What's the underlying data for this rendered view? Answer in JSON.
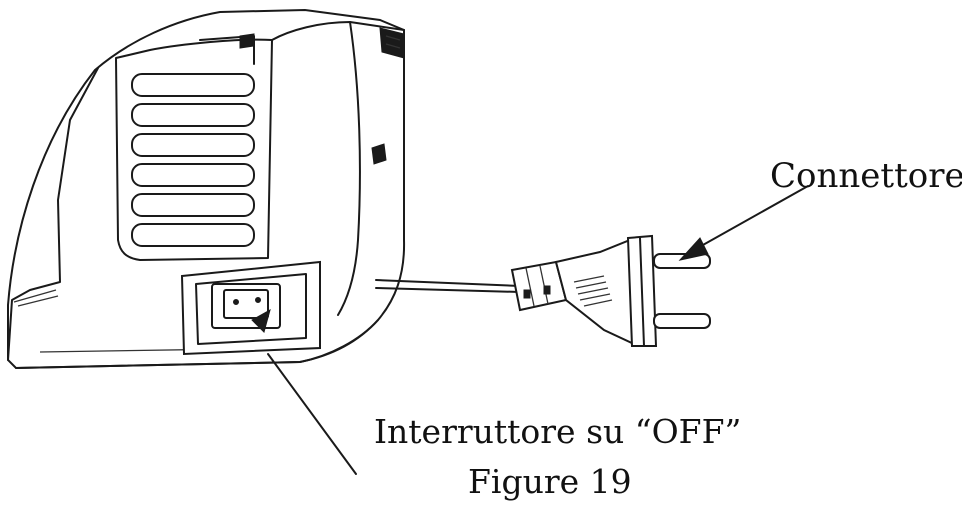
{
  "labels": {
    "connector": "Connettore",
    "switch": "Interruttore su “OFF”",
    "caption": "Figure 19"
  },
  "colors": {
    "line": "#1a1a1a",
    "background": "#ffffff"
  }
}
